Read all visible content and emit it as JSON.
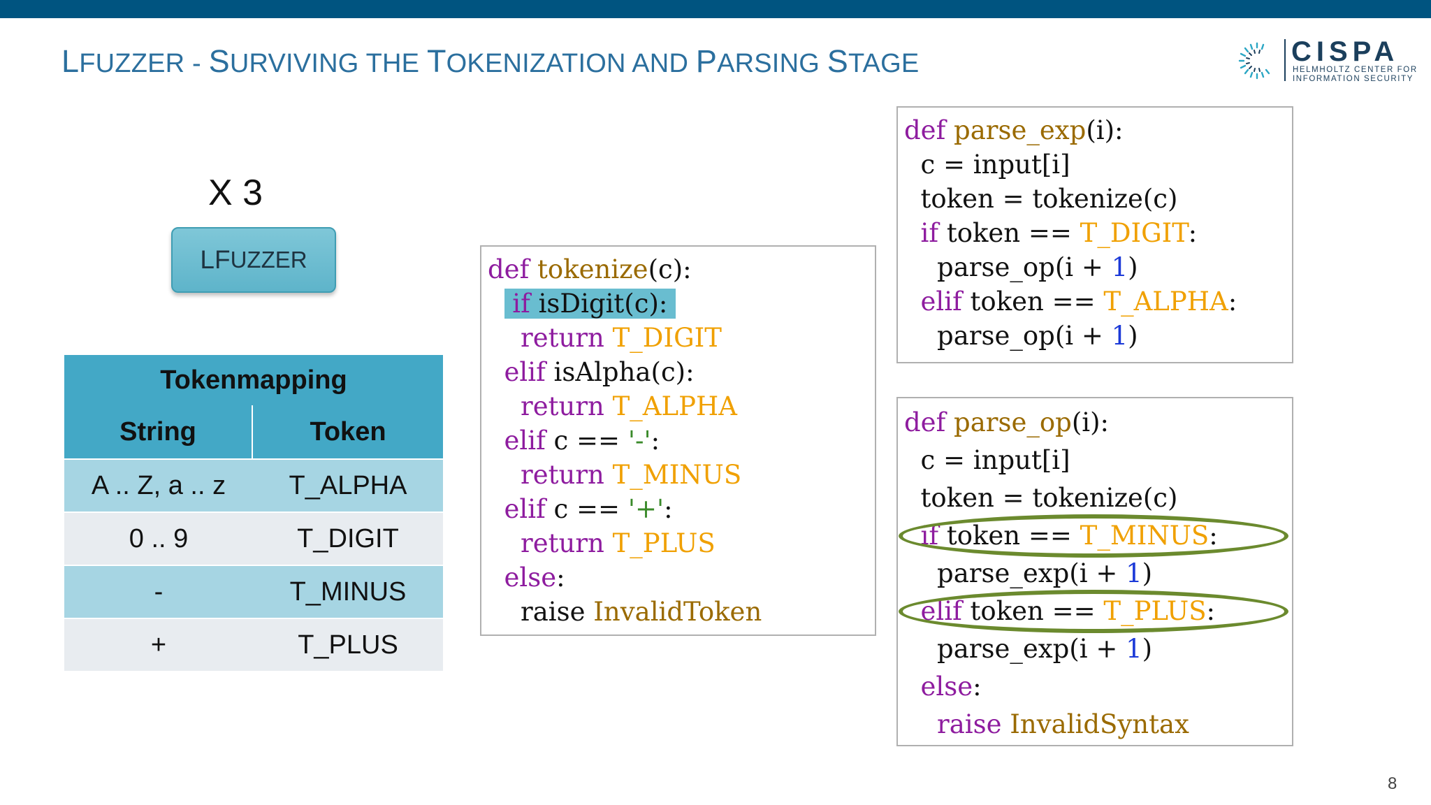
{
  "header": {
    "title_parts": [
      "L",
      "FUZZER - ",
      "S",
      "URVIVING THE ",
      "T",
      "OKENIZATION AND ",
      "P",
      "ARSING ",
      "S",
      "TAGE"
    ]
  },
  "logo": {
    "name": "CISPA",
    "subtitle_line1": "HELMHOLTZ CENTER FOR",
    "subtitle_line2": "INFORMATION SECURITY"
  },
  "left": {
    "repeat_label": "X 3",
    "lfuzzer_button": {
      "part1": "L",
      "part2": "F",
      "part3": "UZZER"
    }
  },
  "token_table": {
    "title": "Tokenmapping",
    "columns": [
      "String",
      "Token"
    ],
    "rows": [
      [
        "A .. Z, a .. z",
        "T_ALPHA"
      ],
      [
        "0 .. 9",
        "T_DIGIT"
      ],
      [
        "-",
        "T_MINUS"
      ],
      [
        "+",
        "T_PLUS"
      ]
    ]
  },
  "colors": {
    "top_bar": "#005480",
    "title": "#2b6f9e",
    "keyword": "#8e1c9f",
    "function_name": "#9a6a00",
    "constant": "#f0a000",
    "number": "#1c3ad8",
    "highlight": "#69bdd0",
    "ellipse": "#6b8a2e"
  },
  "code_tokenize": {
    "l1_kw": "def",
    "l1_fn": "tokenize",
    "l1_rest": "(c):",
    "l2_kw": "if",
    "l2_rest": " isDigit(c):",
    "l3_kw": "return",
    "l3_cn": "T_DIGIT",
    "l4_kw": "elif",
    "l4_rest": " isAlpha(c):",
    "l5_kw": "return",
    "l5_cn": "T_ALPHA",
    "l6_kw": "elif",
    "l6_rest": " c == ",
    "l6_str": "'-'",
    "l6_end": ":",
    "l7_kw": "return",
    "l7_cn": "T_MINUS",
    "l8_kw": "elif",
    "l8_rest": " c == ",
    "l8_str": "'+'",
    "l8_end": ":",
    "l9_kw": "return",
    "l9_cn": "T_PLUS",
    "l10_kw": "else",
    "l10_end": ":",
    "l11_kw": "raise",
    "l11_fn": "InvalidToken"
  },
  "code_parse_exp": {
    "l1_kw": "def",
    "l1_fn": "parse_exp",
    "l1_rest": "(i):",
    "l2": "c = input[i]",
    "l3": "token = tokenize(c)",
    "l4_kw": "if",
    "l4_rest": " token == ",
    "l4_cn": "T_DIGIT",
    "l4_end": ":",
    "l5_rest": "parse_op(i + ",
    "l5_num": "1",
    "l5_end": ")",
    "l6_kw": "elif",
    "l6_rest": " token == ",
    "l6_cn": "T_ALPHA",
    "l6_end": ":",
    "l7_rest": "parse_op(i + ",
    "l7_num": "1",
    "l7_end": ")"
  },
  "code_parse_op": {
    "l1_kw": "def",
    "l1_fn": "parse_op",
    "l1_rest": "(i):",
    "l2": "c = input[i]",
    "l3": "token = tokenize(c)",
    "l4_kw": "if",
    "l4_rest": " token == ",
    "l4_cn": "T_MINUS",
    "l4_end": ":",
    "l5_rest": "parse_exp(i + ",
    "l5_num": "1",
    "l5_end": ")",
    "l6_kw": "elif",
    "l6_rest": " token == ",
    "l6_cn": "T_PLUS",
    "l6_end": ":",
    "l7_rest": "parse_exp(i + ",
    "l7_num": "1",
    "l7_end": ")",
    "l8_kw": "else",
    "l8_end": ":",
    "l9_kw": "raise",
    "l9_fn": "InvalidSyntax"
  },
  "page_number": "8"
}
